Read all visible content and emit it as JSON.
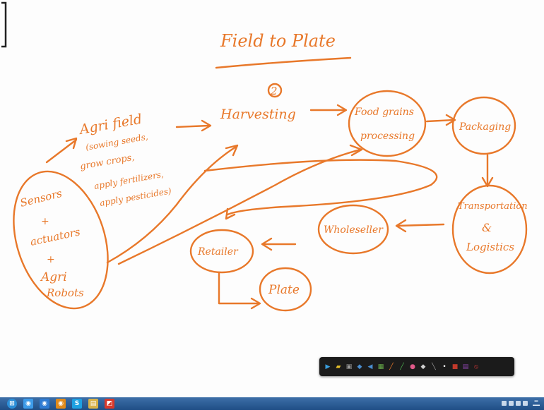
{
  "board": {
    "title": "Field to Plate",
    "step_number": "2",
    "sensors_group": [
      "Sensors",
      "+",
      "actuators",
      "+",
      "Agri",
      "Robots"
    ],
    "agri_field": {
      "title": "Agri field",
      "tasks": [
        "(sowing seeds,",
        "grow crops,",
        "apply fertilizers,",
        "apply pesticides)"
      ]
    },
    "harvesting": "Harvesting",
    "food_grains_processing": [
      "Food grains",
      "processing"
    ],
    "packaging": "Packaging",
    "transportation": [
      "Transportation",
      "&",
      "Logistics"
    ],
    "wholeseller": "Wholeseller",
    "retailer": "Retailer",
    "plate": "Plate"
  },
  "toolbar": {
    "tools": [
      {
        "name": "pointer-tool",
        "glyph": "▶",
        "color": "#3aa0e0"
      },
      {
        "name": "highlighter-tool",
        "glyph": "▰",
        "color": "#e6c02a"
      },
      {
        "name": "clipboard-tool",
        "glyph": "▣",
        "color": "#9a9a9a"
      },
      {
        "name": "eraser-tool",
        "glyph": "◆",
        "color": "#4a8ed0"
      },
      {
        "name": "undo-tool",
        "glyph": "◀",
        "color": "#4a8ed0"
      },
      {
        "name": "screen-tool",
        "glyph": "▦",
        "color": "#6ab04c"
      },
      {
        "name": "pen-orange-tool",
        "glyph": "╱",
        "color": "#e8782a"
      },
      {
        "name": "pen-green-tool",
        "glyph": "╱",
        "color": "#4caf50"
      },
      {
        "name": "pen-tool",
        "glyph": "●",
        "color": "#e05a8a"
      },
      {
        "name": "shape-tool",
        "glyph": "◆",
        "color": "#d0d0d0"
      },
      {
        "name": "line-tool",
        "glyph": "╲",
        "color": "#9a9a9a"
      },
      {
        "name": "dot-tool",
        "glyph": "•",
        "color": "#ffffff"
      },
      {
        "name": "color-tool",
        "glyph": "■",
        "color": "#c0392b"
      },
      {
        "name": "palette-tool",
        "glyph": "▤",
        "color": "#8e44ad"
      },
      {
        "name": "close-tool",
        "glyph": "⦸",
        "color": "#e03a3a"
      }
    ]
  },
  "taskbar": {
    "apps": [
      {
        "name": "chrome-app-icon",
        "glyph": "◉",
        "color": "#3d9be9"
      },
      {
        "name": "media-app-icon",
        "glyph": "◉",
        "color": "#2f7bd2"
      },
      {
        "name": "browser-app-icon",
        "glyph": "◉",
        "color": "#e08a1a"
      },
      {
        "name": "skype-app-icon",
        "glyph": "S",
        "color": "#1da1e2"
      },
      {
        "name": "folder-app-icon",
        "glyph": "▤",
        "color": "#d8b24a"
      },
      {
        "name": "acrobat-app-icon",
        "glyph": "◩",
        "color": "#d8392b"
      }
    ]
  }
}
